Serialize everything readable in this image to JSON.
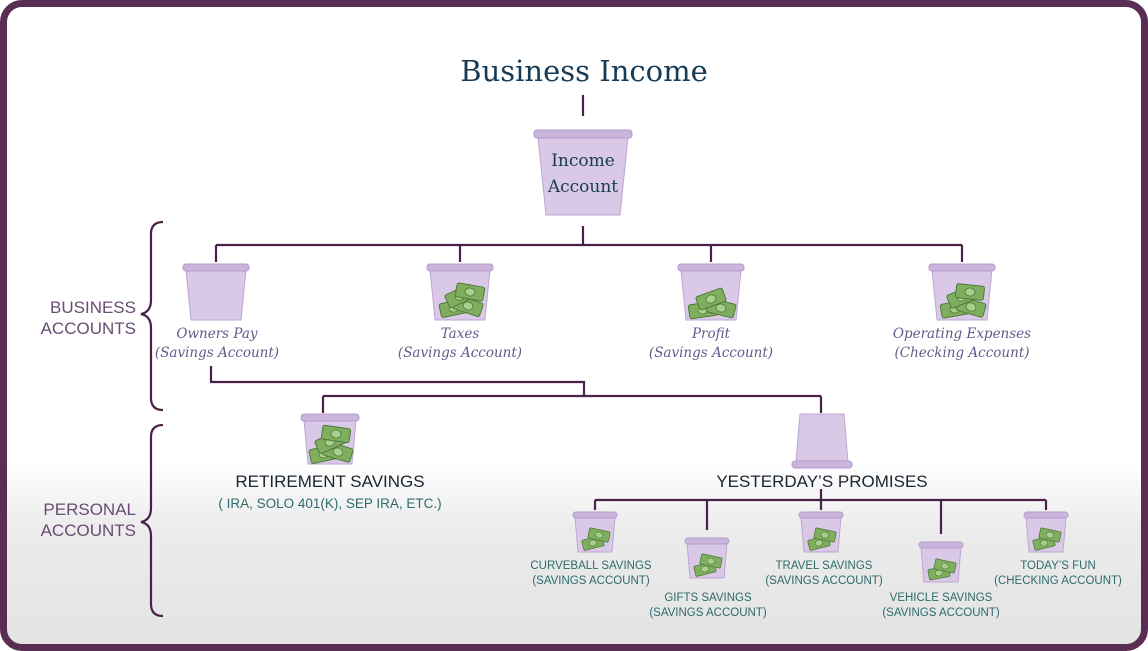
{
  "title": "Business Income",
  "income_bucket": {
    "line1": "Income",
    "line2": "Account"
  },
  "side_labels": {
    "business": {
      "line1": "BUSINESS",
      "line2": "ACCOUNTS"
    },
    "personal": {
      "line1": "PERSONAL",
      "line2": "ACCOUNTS"
    }
  },
  "business_accounts": [
    {
      "name": "Owners Pay",
      "type": "(Savings Account)",
      "has_money": false
    },
    {
      "name": "Taxes",
      "type": "(Savings Account)",
      "has_money": true
    },
    {
      "name": "Profit",
      "type": "(Savings Account)",
      "has_money": true
    },
    {
      "name": "Operating Expenses",
      "type": "(Checking Account)",
      "has_money": true
    }
  ],
  "retirement": {
    "title": "RETIREMENT SAVINGS",
    "subtitle": "( IRA, SOLO 401(K), SEP IRA, ETC.)"
  },
  "promises": {
    "title": "YESTERDAY’S PROMISES"
  },
  "promise_accounts": [
    {
      "name": "CURVEBALL SAVINGS",
      "type": "(SAVINGS ACCOUNT)"
    },
    {
      "name": "GIFTS SAVINGS",
      "type": "(SAVINGS ACCOUNT)"
    },
    {
      "name": "TRAVEL SAVINGS",
      "type": "(SAVINGS ACCOUNT)"
    },
    {
      "name": "VEHICLE SAVINGS",
      "type": "(SAVINGS ACCOUNT)"
    },
    {
      "name": "TODAY’S FUN",
      "type": "(CHECKING ACCOUNT)"
    }
  ],
  "colors": {
    "frame": "#5a2e52",
    "connector": "#4a2148",
    "bucket_fill": "#d9c8e6",
    "bucket_rim": "#c8b2da",
    "cash": "#7fae5f",
    "heading": "#173a55",
    "label_italic": "#5c5e8a",
    "label_teal": "#2d6b6b"
  }
}
